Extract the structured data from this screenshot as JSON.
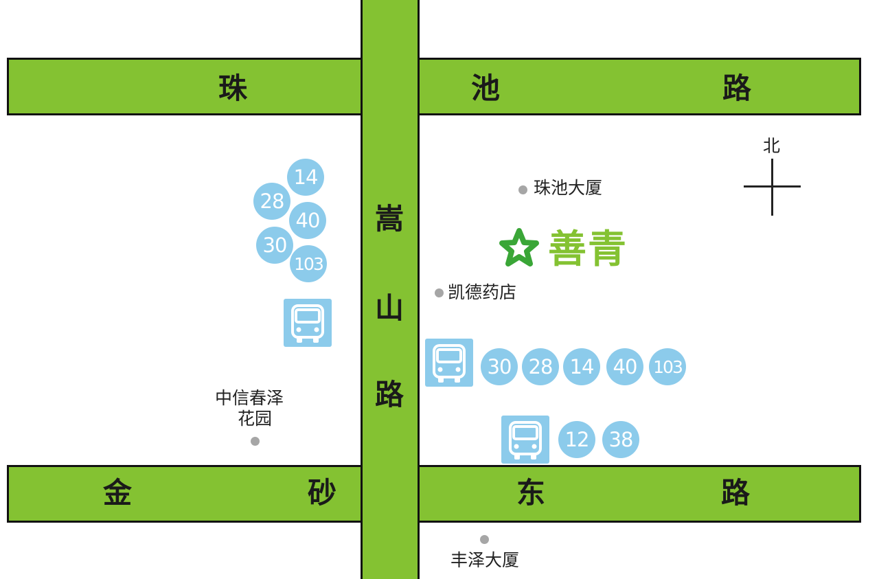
{
  "roads": {
    "zhuchi_road": [
      "珠",
      "池",
      "路"
    ],
    "jinsha_east_road": [
      "金",
      "砂",
      "东",
      "路"
    ],
    "songshan_road": [
      "嵩",
      "山",
      "路"
    ]
  },
  "places": {
    "zhuchi_building": "珠池大厦",
    "kaide_pharmacy": "凯德药店",
    "zhongxin_line1": "中信春泽",
    "zhongxin_line2": "花园",
    "fengze_building": "丰泽大厦"
  },
  "destination": {
    "name": "善青",
    "icon": "star-icon",
    "color": "#84c232"
  },
  "compass": {
    "north": "北"
  },
  "bus_stops": {
    "west_stop": {
      "icon": "bus-icon",
      "routes": [
        "14",
        "28",
        "40",
        "30",
        "103"
      ]
    },
    "east_stop": {
      "icon": "bus-icon",
      "routes": [
        "30",
        "28",
        "14",
        "40",
        "103"
      ]
    },
    "south_stop": {
      "icon": "bus-icon",
      "routes": [
        "12",
        "38"
      ]
    }
  },
  "colors": {
    "road": "#84c232",
    "road_border": "#111111",
    "bus_blue": "#8ccbeb",
    "place_dot": "#a6a6a6"
  }
}
